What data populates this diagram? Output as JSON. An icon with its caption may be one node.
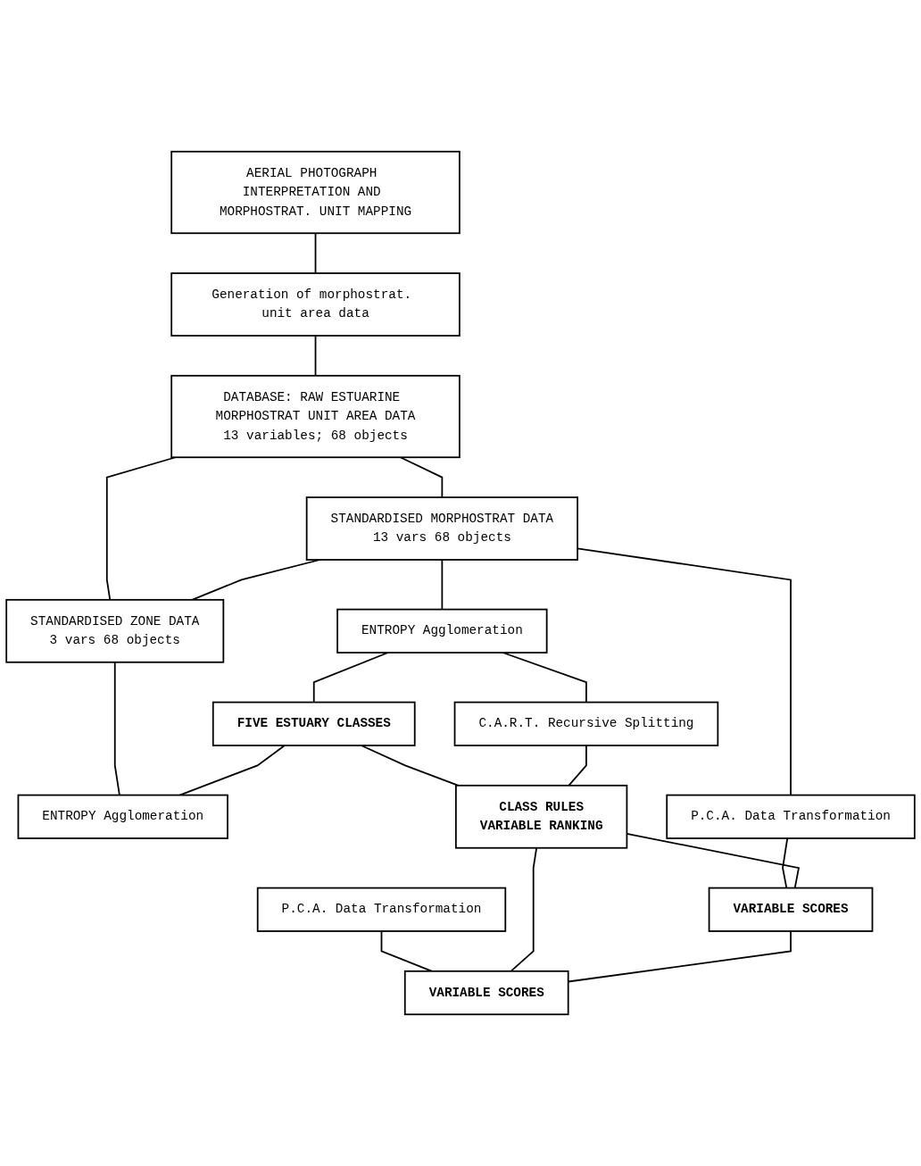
{
  "diagram": {
    "nodes": [
      {
        "text": [
          "AERIAL PHOTOGRAPH INTERPRETATION AND MORPHOSTRAT. UNIT MAPPING"
        ]
      },
      {
        "text": [
          "Generation of morphostrat. unit area data"
        ]
      },
      {
        "text": [
          "DATABASE: RAW ESTUARINE MORPHOSTRAT UNIT AREA DATA",
          "13 variables; 68 objects"
        ]
      },
      {
        "text": [
          "STANDARDISED MORPHOSTRAT DATA",
          "13 vars  68 objects"
        ]
      },
      {
        "text": [
          "STANDARDISED ZONE DATA",
          "3 vars  68 objects"
        ]
      },
      {
        "text": [
          "ENTROPY Agglomeration"
        ]
      },
      {
        "text": [
          "FIVE ESTUARY CLASSES"
        ]
      },
      {
        "text": [
          "ENTROPY Agglomeration"
        ]
      },
      {
        "text": [
          "C.A.R.T. Recursive Splitting"
        ]
      },
      {
        "text": [
          "CLASS RULES",
          "VARIABLE RANKING"
        ]
      },
      {
        "text": [
          "P.C.A. Data Transformation"
        ]
      },
      {
        "text": [
          "P.C.A. Data Transformation"
        ]
      },
      {
        "text": [
          "VARIABLE SCORES"
        ]
      },
      {
        "text": [
          "VARIABLE SCORES"
        ]
      }
    ],
    "edges": [
      {
        "from": 0,
        "to": 1,
        "arrow": "none"
      },
      {
        "from": 1,
        "to": 2,
        "arrow": "none"
      },
      {
        "from": 2,
        "to": 3,
        "arrow": "none"
      },
      {
        "from": 2,
        "to": 4,
        "arrow": "none"
      },
      {
        "from": 3,
        "to": 4,
        "arrow": "none"
      },
      {
        "from": 3,
        "to": 10,
        "arrow": "none"
      },
      {
        "from": 3,
        "to": 5,
        "arrow": "none"
      },
      {
        "from": 4,
        "to": 7,
        "arrow": "none"
      },
      {
        "from": 5,
        "to": 6,
        "arrow": "none"
      },
      {
        "from": 6,
        "to": 7,
        "arrow": "none"
      },
      {
        "from": 5,
        "to": 8,
        "arrow": "none"
      },
      {
        "from": 6,
        "to": 9,
        "arrow": "none"
      },
      {
        "from": 8,
        "to": 9,
        "arrow": "none"
      },
      {
        "from": 10,
        "to": 12,
        "arrow": "none"
      },
      {
        "from": 11,
        "to": 13,
        "arrow": "none"
      },
      {
        "from": 9,
        "to": 12,
        "arrow": "none"
      },
      {
        "from": 9,
        "to": 13,
        "arrow": "none"
      },
      {
        "from": 12,
        "to": 13,
        "arrow": "none"
      }
    ]
  }
}
